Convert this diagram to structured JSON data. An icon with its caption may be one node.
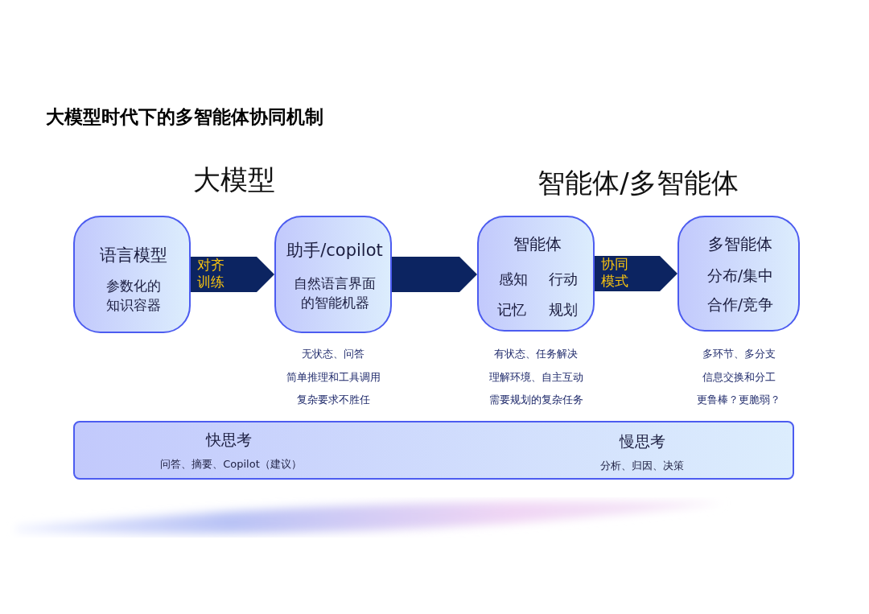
{
  "diagram": {
    "title": "大模型时代下的多智能体协同机制",
    "nodes": [
      {
        "text": [
          "语言模型",
          "参数化的知识容器"
        ]
      },
      {
        "text": [
          "助手/copilot",
          "自然语言界面的智能机器"
        ],
        "beside": [
          "无状态、问答",
          "简单推理和工具调用",
          "复杂要求不胜任"
        ]
      },
      {
        "text": [
          "智能体",
          "感知",
          "行动",
          "记忆",
          "规划"
        ],
        "beside": [
          "有状态、任务解决",
          "理解环境、自主互动",
          "需要规划的复杂任务"
        ]
      },
      {
        "text": [
          "多智能体",
          "分布/集中",
          "合作/竞争"
        ],
        "beside": [
          "多环节、多分支",
          "信息交换和分工",
          "更鲁棒？更脆弱？"
        ]
      },
      {
        "text": [
          "快思考",
          "问答、摘要、Copilot（建议）",
          "慢思考",
          "分析、归因、决策"
        ]
      }
    ],
    "edges": [
      {
        "from": 0,
        "to": 1,
        "arrow": "to",
        "label": "对齐训练"
      },
      {
        "from": 1,
        "to": 2,
        "arrow": "to"
      },
      {
        "from": 2,
        "to": 3,
        "arrow": "to",
        "label": "协同模式"
      }
    ],
    "labels": [
      "大模型",
      "智能体/多智能体"
    ]
  }
}
